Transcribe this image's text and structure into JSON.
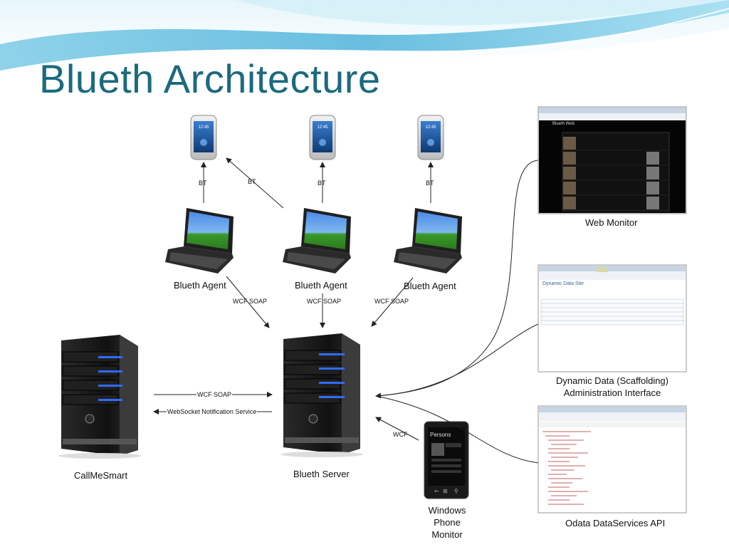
{
  "slide": {
    "title": "Blueth Architecture"
  },
  "nodes": {
    "agent_1_label": "Blueth Agent",
    "agent_2_label": "Blueth Agent",
    "agent_3_label": "Blueth Agent",
    "server_label": "Blueth Server",
    "callmesmart_label": "CallMeSmart",
    "web_monitor_label": "Web Monitor",
    "dynamic_data_label": "Dynamic Data (Scaffolding) Administration Interface",
    "odata_label": "Odata DataServices API",
    "windows_phone_label": "Windows Phone Monitor"
  },
  "edges": {
    "bt_1": "BT",
    "bt_2": "BT",
    "bt_3": "BT",
    "bt_cross": "BT",
    "wcf_soap_1": "WCF SOAP",
    "wcf_soap_2": "WCF SOAP",
    "wcf_soap_3": "WCF SOAP",
    "wcf_soap_callme": "WCF SOAP",
    "websocket": "WebSocket Notification Service",
    "wcf_phone": "WCF"
  },
  "screens": {
    "web_monitor_title": "Blueth Web",
    "dynamic_title": "Dynamic Data Site",
    "phone_app_title": "Persons"
  },
  "colors": {
    "title": "#1b6a7e",
    "wave_dark": "#2d9cc7",
    "wave_light": "#a9dcef",
    "server_body": "#1a1a1a",
    "server_led": "#2f6bff"
  }
}
